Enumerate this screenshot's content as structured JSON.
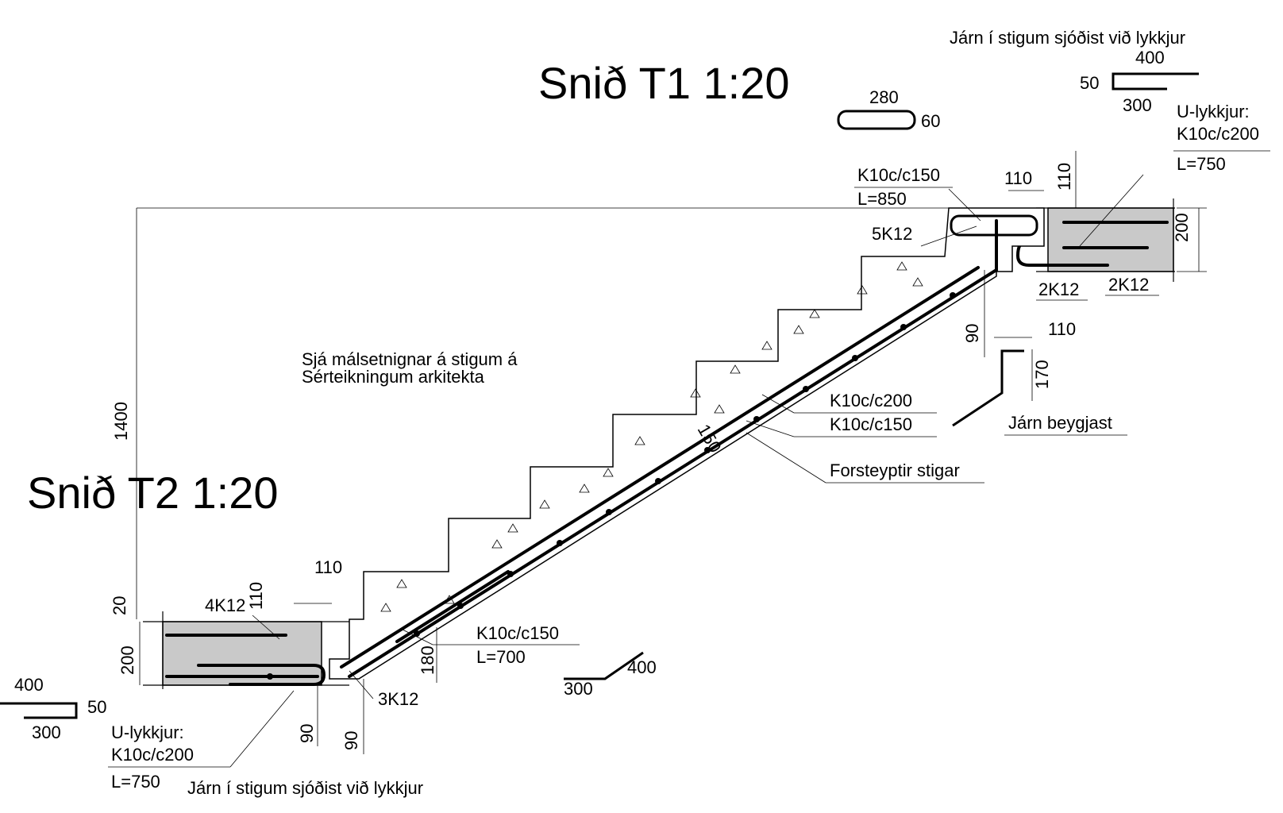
{
  "titles": {
    "t1": "Snið T1 1:20",
    "t2": "Snið T2 1:20"
  },
  "note": {
    "line1": "Sjá málsetnignar á stigum á",
    "line2": "Sérteikningum arkitekta"
  },
  "top_right": {
    "weld_note": "Járn í stigum sjóðist við lykkjur",
    "dim_400": "400",
    "dim_50": "50",
    "dim_300": "300",
    "u_loop_title": "U-lykkjur:",
    "u_loop_spec": "K10c/c200",
    "u_loop_len": "L=750"
  },
  "stirrup": {
    "dim_280": "280",
    "dim_60": "60"
  },
  "upper_labels": {
    "k10_150": "K10c/c150",
    "l850": "L=850",
    "k5": "5K12",
    "dim_110a": "110",
    "dim_110b": "110",
    "dim_200": "200",
    "k2a": "2K12",
    "k2b": "2K12",
    "dim_90": "90"
  },
  "bend_detail": {
    "dim_110": "110",
    "dim_170": "170",
    "label": "Járn beygjast"
  },
  "mid_labels": {
    "k10_200": "K10c/c200",
    "k10_150": "K10c/c150",
    "precast": "Forsteyptir stigar",
    "dim_150": "150",
    "dim_1400": "1400"
  },
  "lower_labels": {
    "dim_110": "110",
    "dim_110v": "110",
    "k4": "4K12",
    "dim_20": "20",
    "dim_200": "200",
    "k10_150": "K10c/c150",
    "l700": "L=700",
    "dim_180": "180",
    "dim_400": "400",
    "dim_300": "300",
    "k3": "3K12",
    "dim_90a": "90",
    "dim_90b": "90"
  },
  "bottom_left": {
    "dim_400": "400",
    "dim_50": "50",
    "dim_300": "300",
    "u_loop_title": "U-lykkjur:",
    "u_loop_spec": "K10c/c200",
    "u_loop_len": "L=750",
    "weld_note": "Járn í stigum sjóðist við lykkjur"
  }
}
